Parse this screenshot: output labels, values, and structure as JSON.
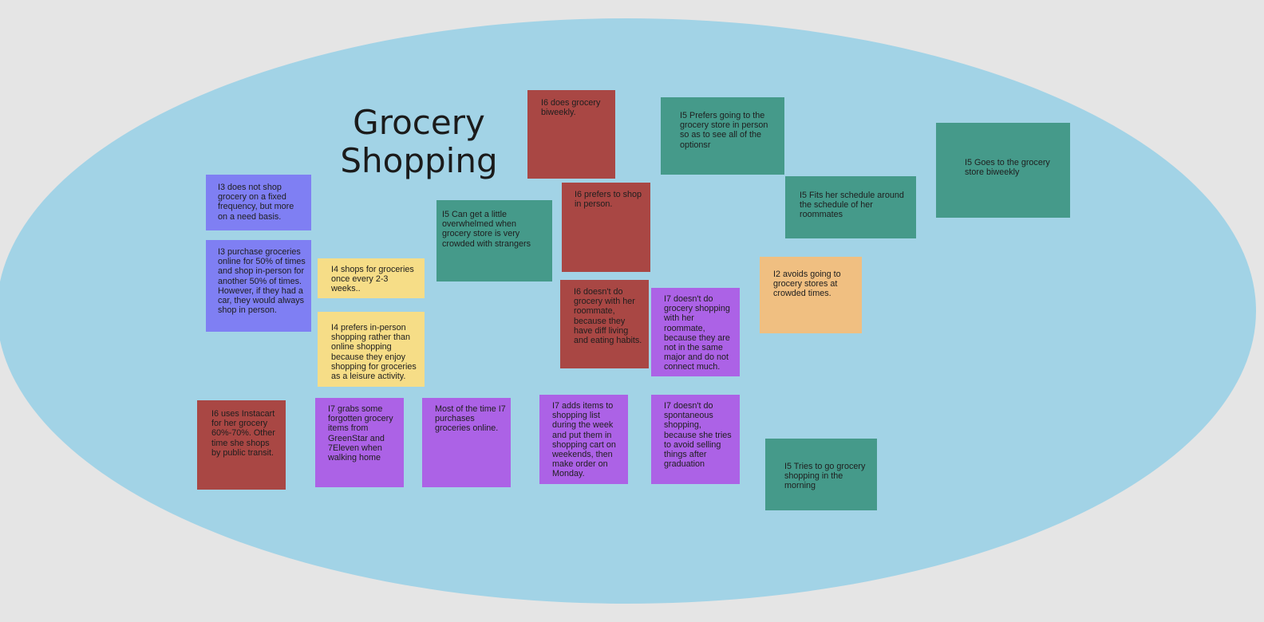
{
  "board": {
    "title": "Grocery Shopping",
    "colors": {
      "background": "#e5e5e5",
      "cluster": "#a2d3e6",
      "red": "#a94744",
      "teal": "#459a8a",
      "blue": "#7f7ff3",
      "yellow": "#f6dd87",
      "purple": "#ac62e6",
      "orange": "#f0bf81"
    },
    "notes": [
      "I6 does grocery biweekly.",
      "I5 Prefers going to the grocery store in person so as to see all of the optionsr",
      "I5 Goes to the grocery store biweekly",
      "I3 does not shop grocery on a fixed frequency, but more on a need basis.",
      "I5 Can get a little overwhelmed when grocery store is very crowded with strangers",
      "I6 prefers to shop in person.",
      "I5 Fits her schedule around the schedule of her roommates",
      "I3 purchase groceries online for 50% of times and shop in-person for another 50% of times. However, if they had a car, they would always shop in person.",
      "I4 shops for groceries once every 2-3 weeks..",
      "I2 avoids going to grocery stores at crowded times.",
      "I6 doesn't do grocery with her roommate, because they have diff living and eating habits.",
      "I7 doesn't do grocery shopping with her roommate, because they are not in the same major and do not connect much.",
      "I4 prefers in-person shopping rather than online shopping because they enjoy shopping for groceries as a leisure activity.",
      "I6 uses Instacart for her grocery 60%-70%. Other time she shops by public transit.",
      "I7 grabs some forgotten grocery items from GreenStar and 7Eleven when walking home",
      "Most of the time I7 purchases groceries online.",
      "I7 adds items to shopping list during the week and put them in shopping cart on weekends, then make order on Monday.",
      "I7 doesn't do spontaneous shopping, because she tries to avoid selling things after graduation",
      "I5 Tries to go grocery shopping in the morning"
    ]
  }
}
